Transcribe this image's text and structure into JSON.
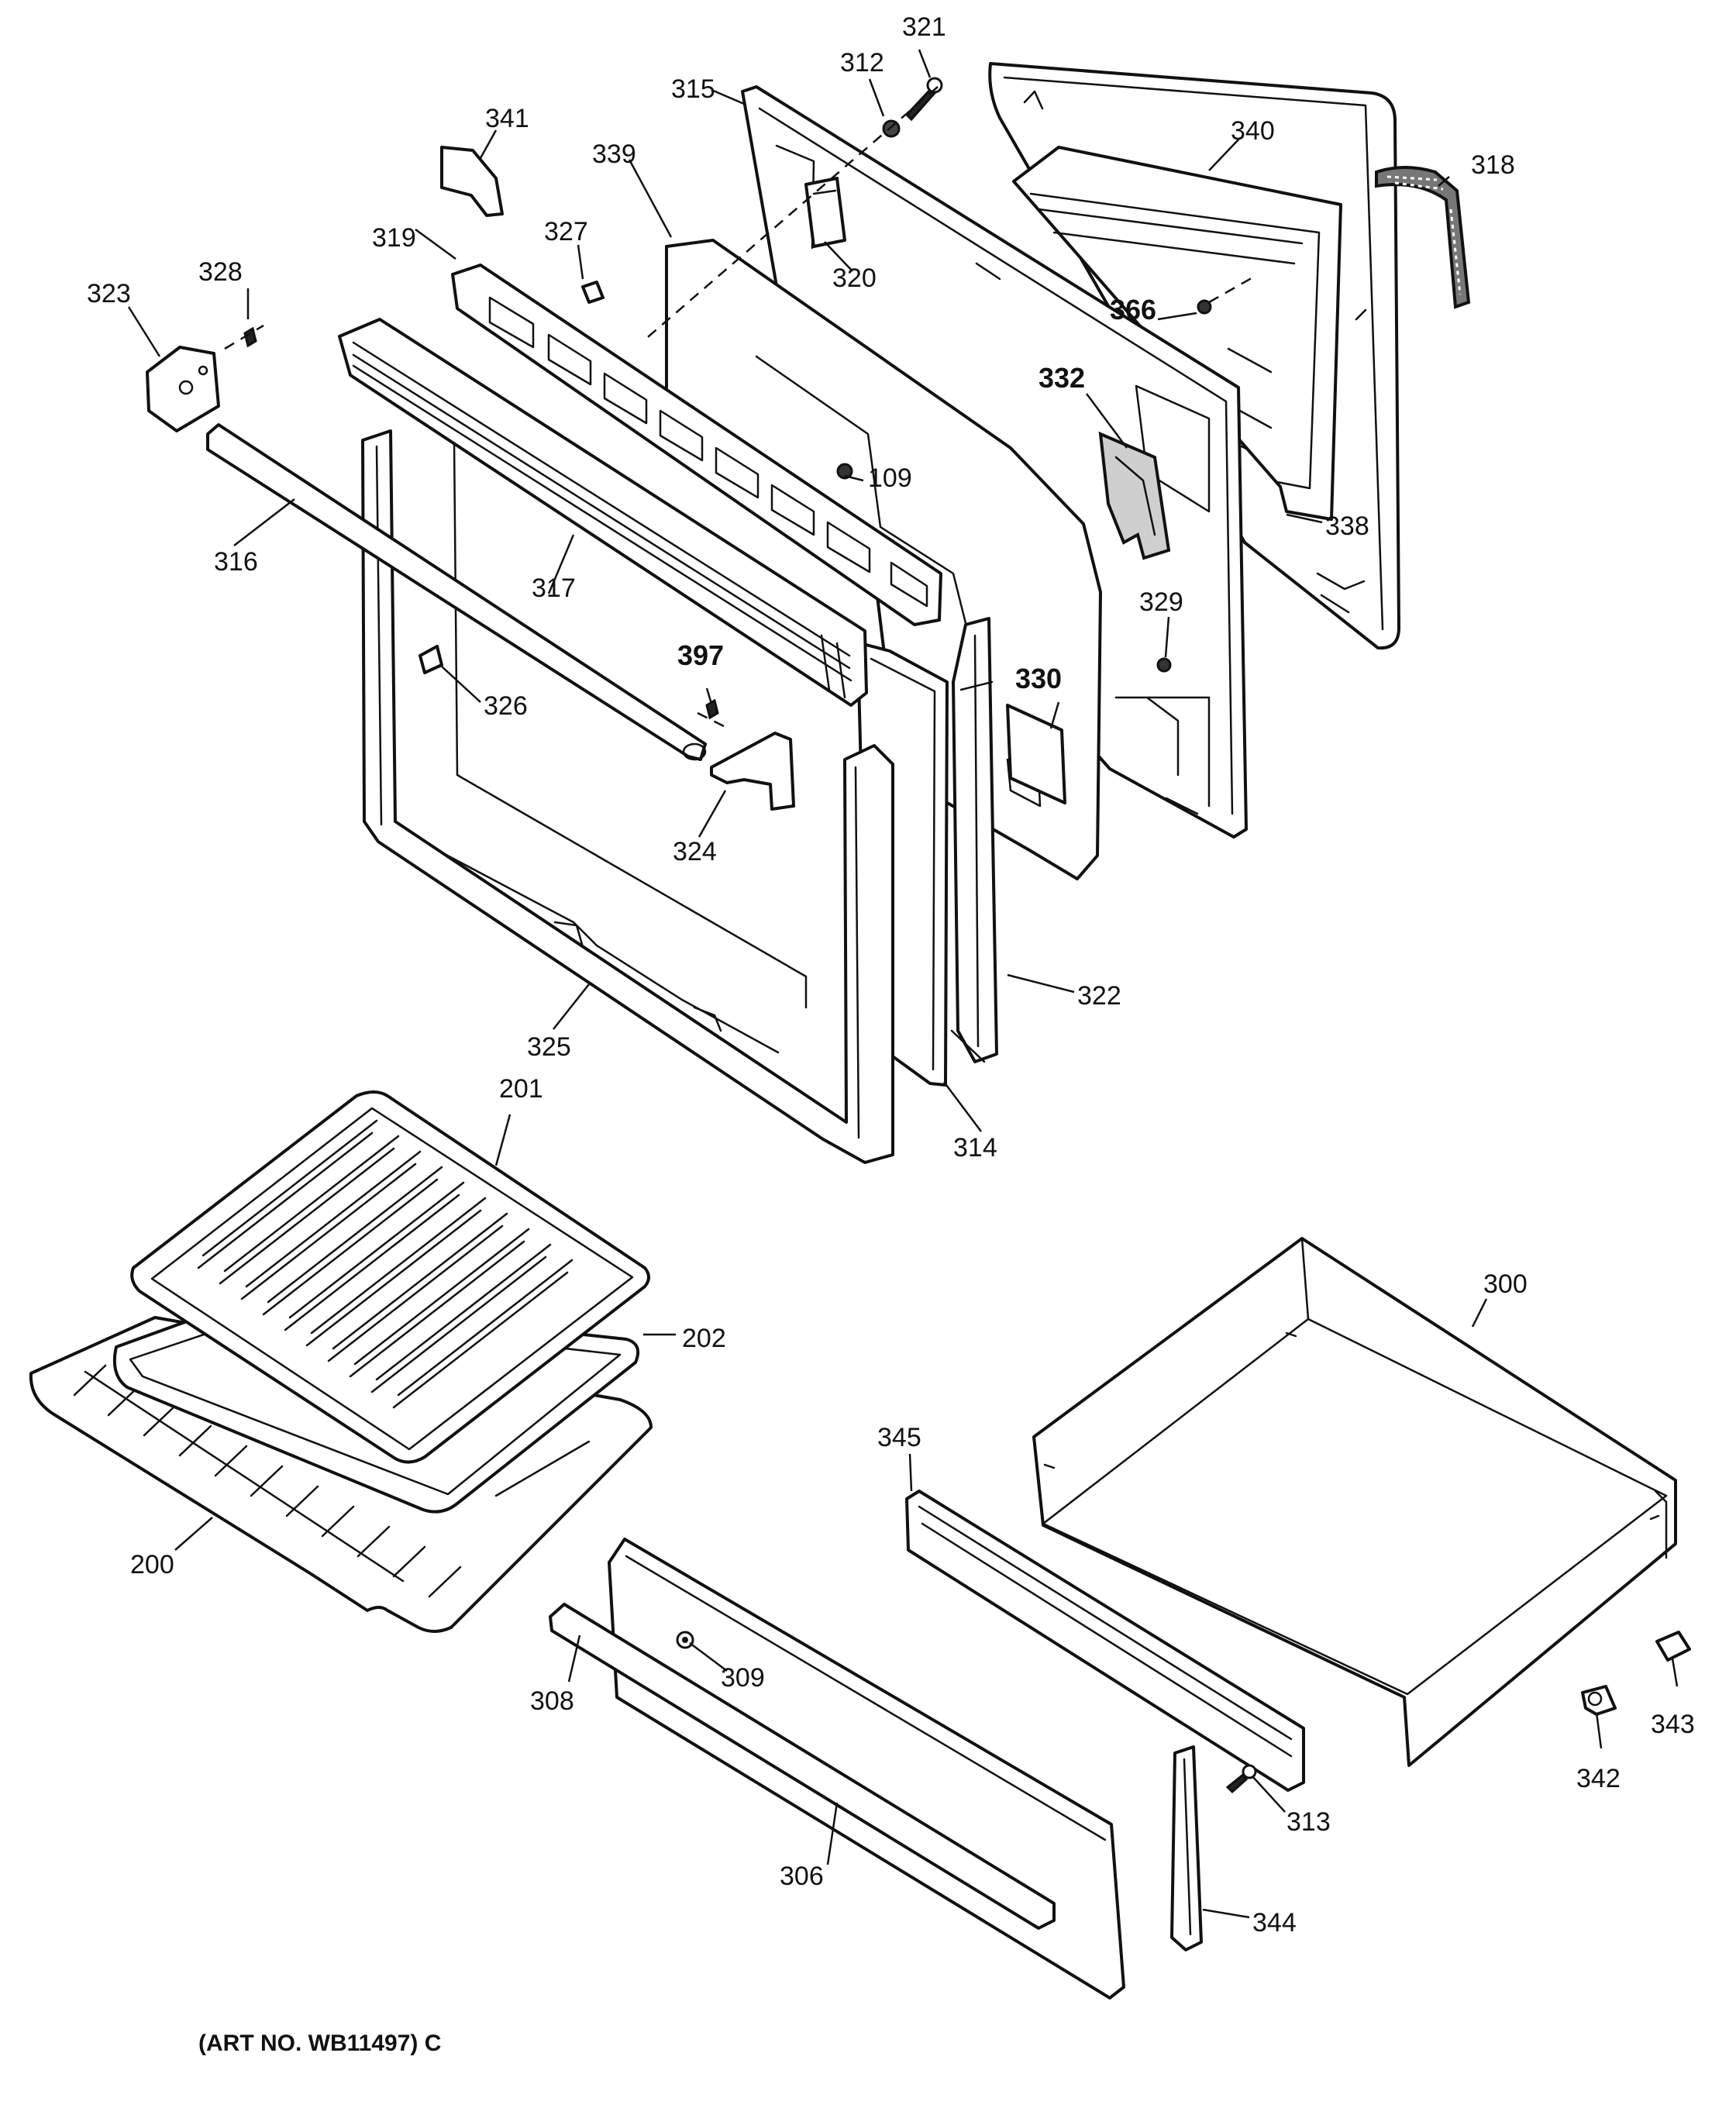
{
  "art_number": "(ART NO. WB11497) C",
  "callouts": {
    "p321": "321",
    "p312": "312",
    "p315": "315",
    "p340": "340",
    "p318": "318",
    "p341": "341",
    "p339": "339",
    "p327": "327",
    "p319": "319",
    "p320": "320",
    "p328": "328",
    "p323": "323",
    "p366": "366",
    "p332": "332",
    "p109": "109",
    "p338": "338",
    "p316": "316",
    "p317": "317",
    "p329": "329",
    "p397": "397",
    "p330": "330",
    "p326": "326",
    "p324": "324",
    "p322": "322",
    "p325": "325",
    "p314": "314",
    "p201": "201",
    "p300": "300",
    "p202": "202",
    "p345": "345",
    "p200": "200",
    "p309": "309",
    "p308": "308",
    "p343": "343",
    "p342": "342",
    "p313": "313",
    "p306": "306",
    "p344": "344"
  }
}
